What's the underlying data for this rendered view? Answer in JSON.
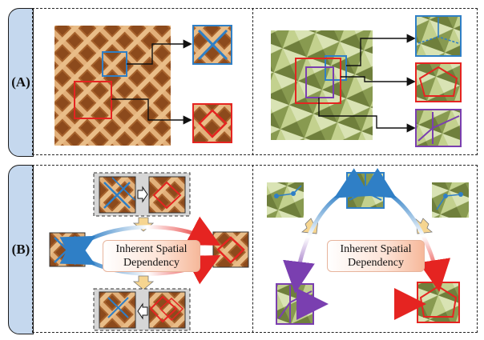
{
  "rows": [
    {
      "label": "(A)"
    },
    {
      "label": "(B)"
    }
  ],
  "captions": {
    "left": [
      "Inherent Spatial",
      "Dependency"
    ],
    "right": [
      "Inherent Spatial",
      "Dependency"
    ]
  },
  "colors": {
    "blue": "#2f7fc6",
    "red": "#e52421",
    "purple": "#7a3fb0",
    "tab": "#c5d8ee",
    "waffle": "#c98948",
    "mesh": "#b9c98a",
    "arrow_fill": "#f6d590"
  }
}
